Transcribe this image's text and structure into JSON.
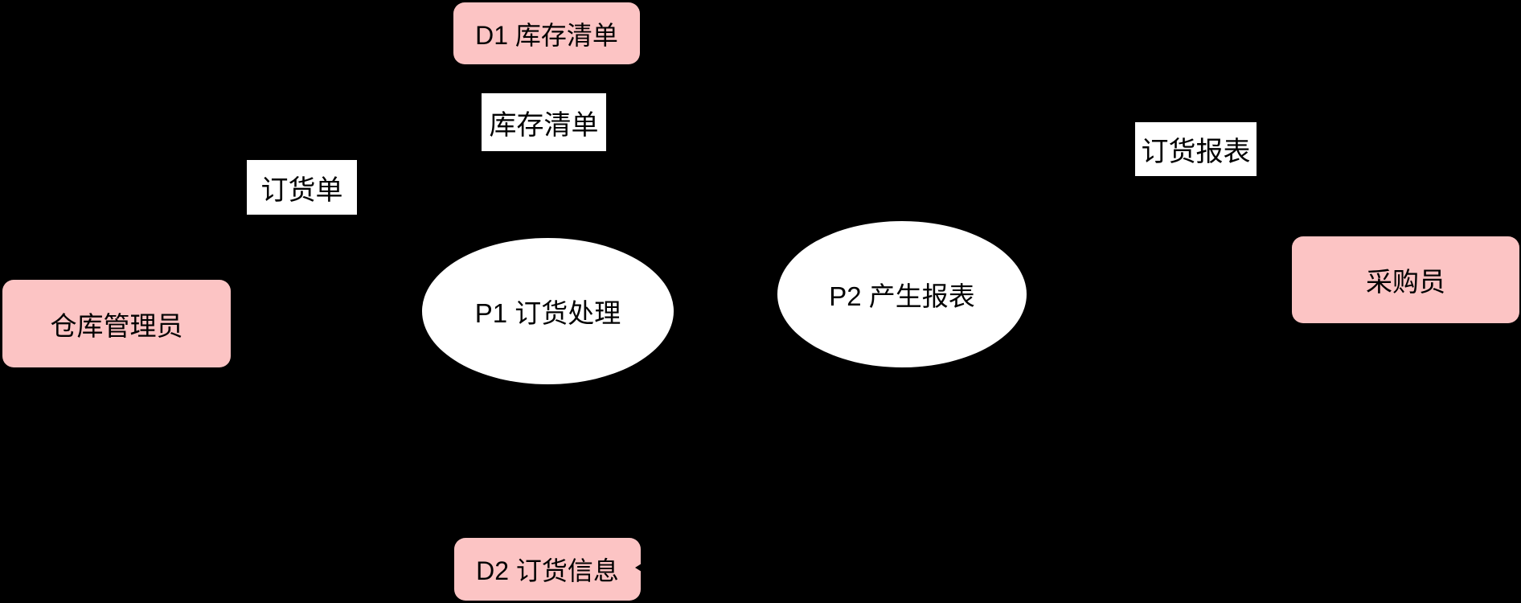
{
  "diagram": {
    "type": "data-flow-diagram",
    "background_color": "#000000",
    "colors": {
      "entity_fill": "#FCC4C4",
      "store_fill": "#FCC4C4",
      "process_fill": "#FFFFFF",
      "flow_label_bg": "#FFFFFF",
      "text": "#000000"
    },
    "external_entities": [
      {
        "id": "warehouse-manager",
        "label": "仓库管理员"
      },
      {
        "id": "purchaser",
        "label": "采购员"
      }
    ],
    "data_stores": [
      {
        "id": "D1",
        "label": "D1 库存清单"
      },
      {
        "id": "D2",
        "label": "D2 订货信息"
      }
    ],
    "processes": [
      {
        "id": "P1",
        "label": "P1 订货处理"
      },
      {
        "id": "P2",
        "label": "P2 产生报表"
      }
    ],
    "flow_labels": [
      {
        "id": "order-form",
        "label": "订货单"
      },
      {
        "id": "inventory-list",
        "label": "库存清单"
      },
      {
        "id": "order-report",
        "label": "订货报表"
      }
    ]
  }
}
